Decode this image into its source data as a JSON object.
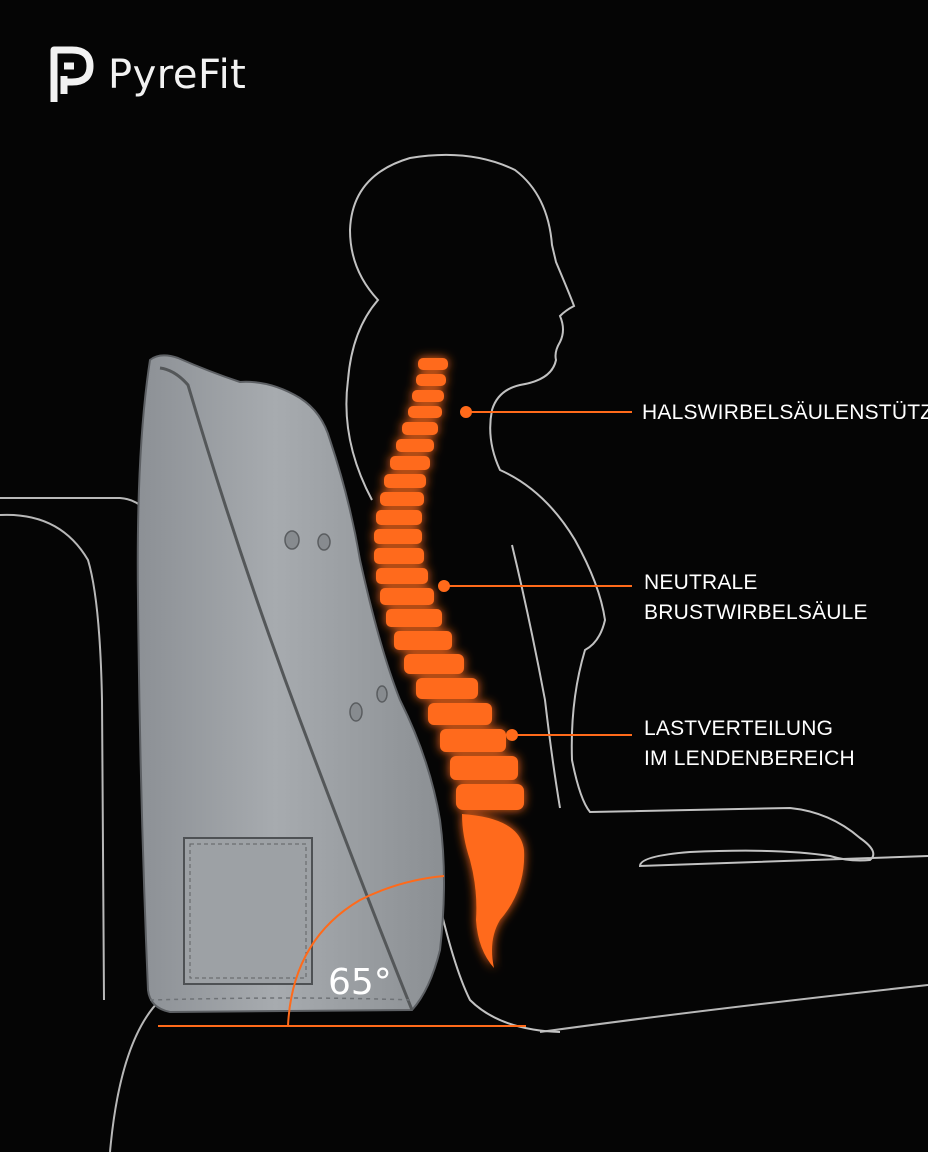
{
  "brand": {
    "name": "PyreFit",
    "icon": "pyrefit-logo-icon"
  },
  "annotations": {
    "cervical": {
      "line1": "HALSWIRBELSÄULENSTÜTZE"
    },
    "thoracic": {
      "line1": "NEUTRALE",
      "line2": "BRUSTWIRBELSÄULE"
    },
    "lumbar": {
      "line1": "LASTVERTEILUNG",
      "line2": "IM LENDENBEREICH"
    }
  },
  "angle": {
    "value": "65°"
  },
  "colors": {
    "background": "#050505",
    "accent_orange": "#ff6a1a",
    "outline": "#bdbdbd",
    "pillow": "#9a9ea2"
  }
}
